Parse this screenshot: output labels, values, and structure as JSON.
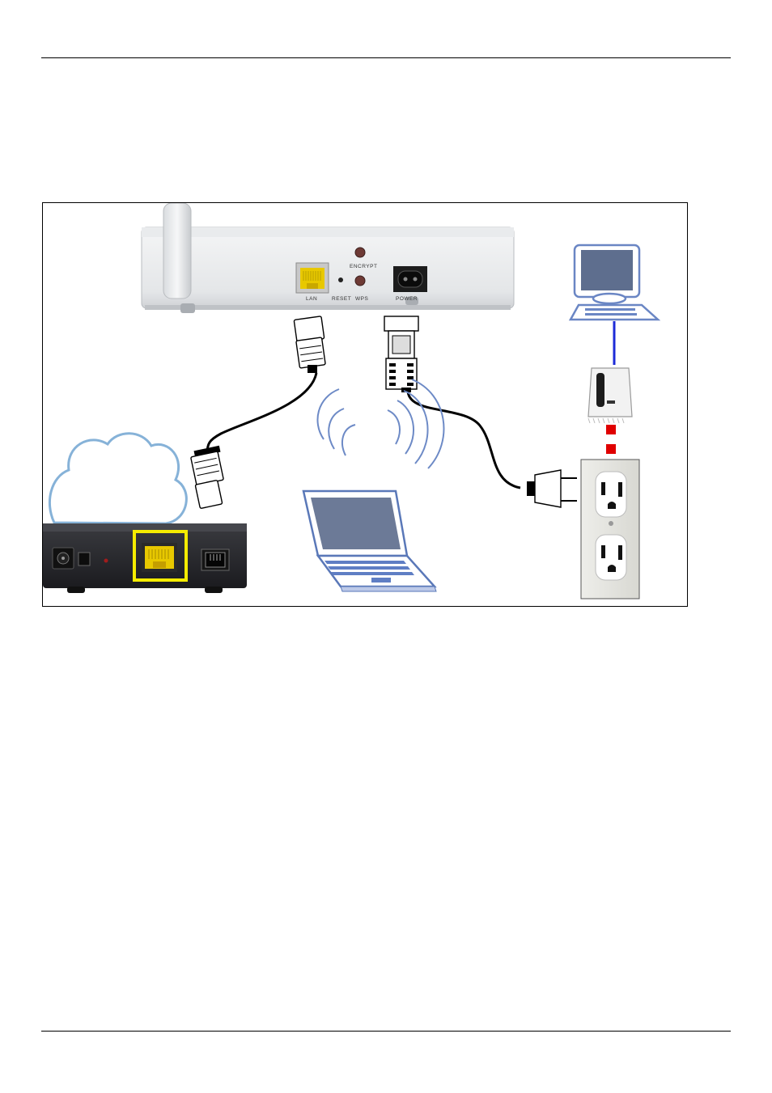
{
  "figure": {
    "ap_labels": {
      "encrypt": "ENCRYPT",
      "lan": "LAN",
      "reset": "RESET",
      "wps": "WPS",
      "power": "POWER"
    },
    "colors": {
      "highlight": "#f5ec00",
      "ethernet_port": "#e8c800",
      "computer": "#6a86c4",
      "cable_blue": "#1d2bd8",
      "cable_red": "#e00000",
      "modem": "#2a2a30"
    }
  }
}
